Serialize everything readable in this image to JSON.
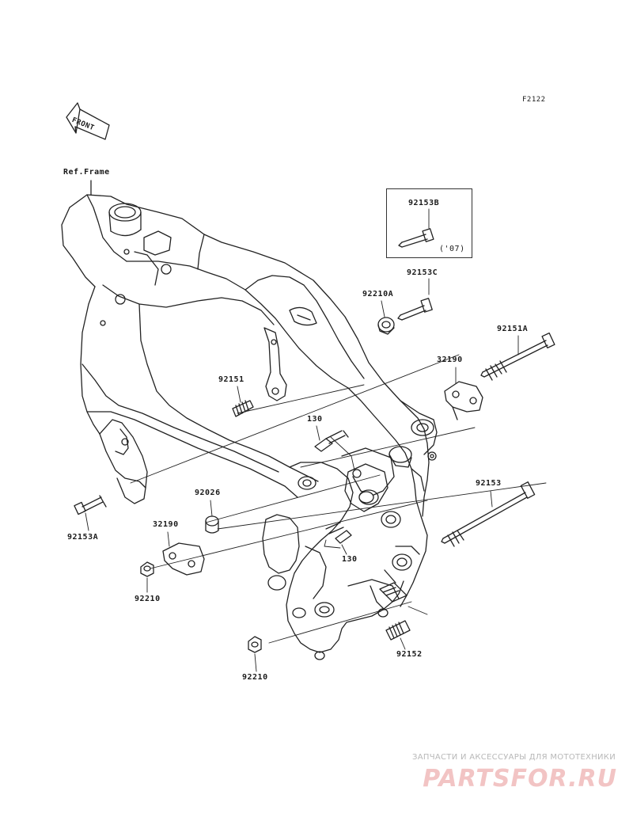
{
  "figure_code": "F2122",
  "front_label": "FRONT",
  "ref_label": "Ref.Frame",
  "labels": {
    "p92153B": "92153B",
    "p07": "('07)",
    "p92153C": "92153C",
    "p92210A": "92210A",
    "p92151A": "92151A",
    "p32190a": "32190",
    "p92151": "92151",
    "p130a": "130",
    "p92153": "92153",
    "p92026": "92026",
    "p32190b": "32190",
    "p92153A": "92153A",
    "p92210a": "92210",
    "p130b": "130",
    "p92152": "92152",
    "p92210b": "92210"
  },
  "watermark": {
    "tagline": "ЗАПЧАСТИ И АКСЕССУАРЫ ДЛЯ МОТОТЕХНИКИ",
    "logo": "PARTSFOR.RU"
  },
  "colors": {
    "line": "#222222",
    "watermark_text": "#b8b8b8",
    "watermark_logo": "#f2c4c4"
  }
}
